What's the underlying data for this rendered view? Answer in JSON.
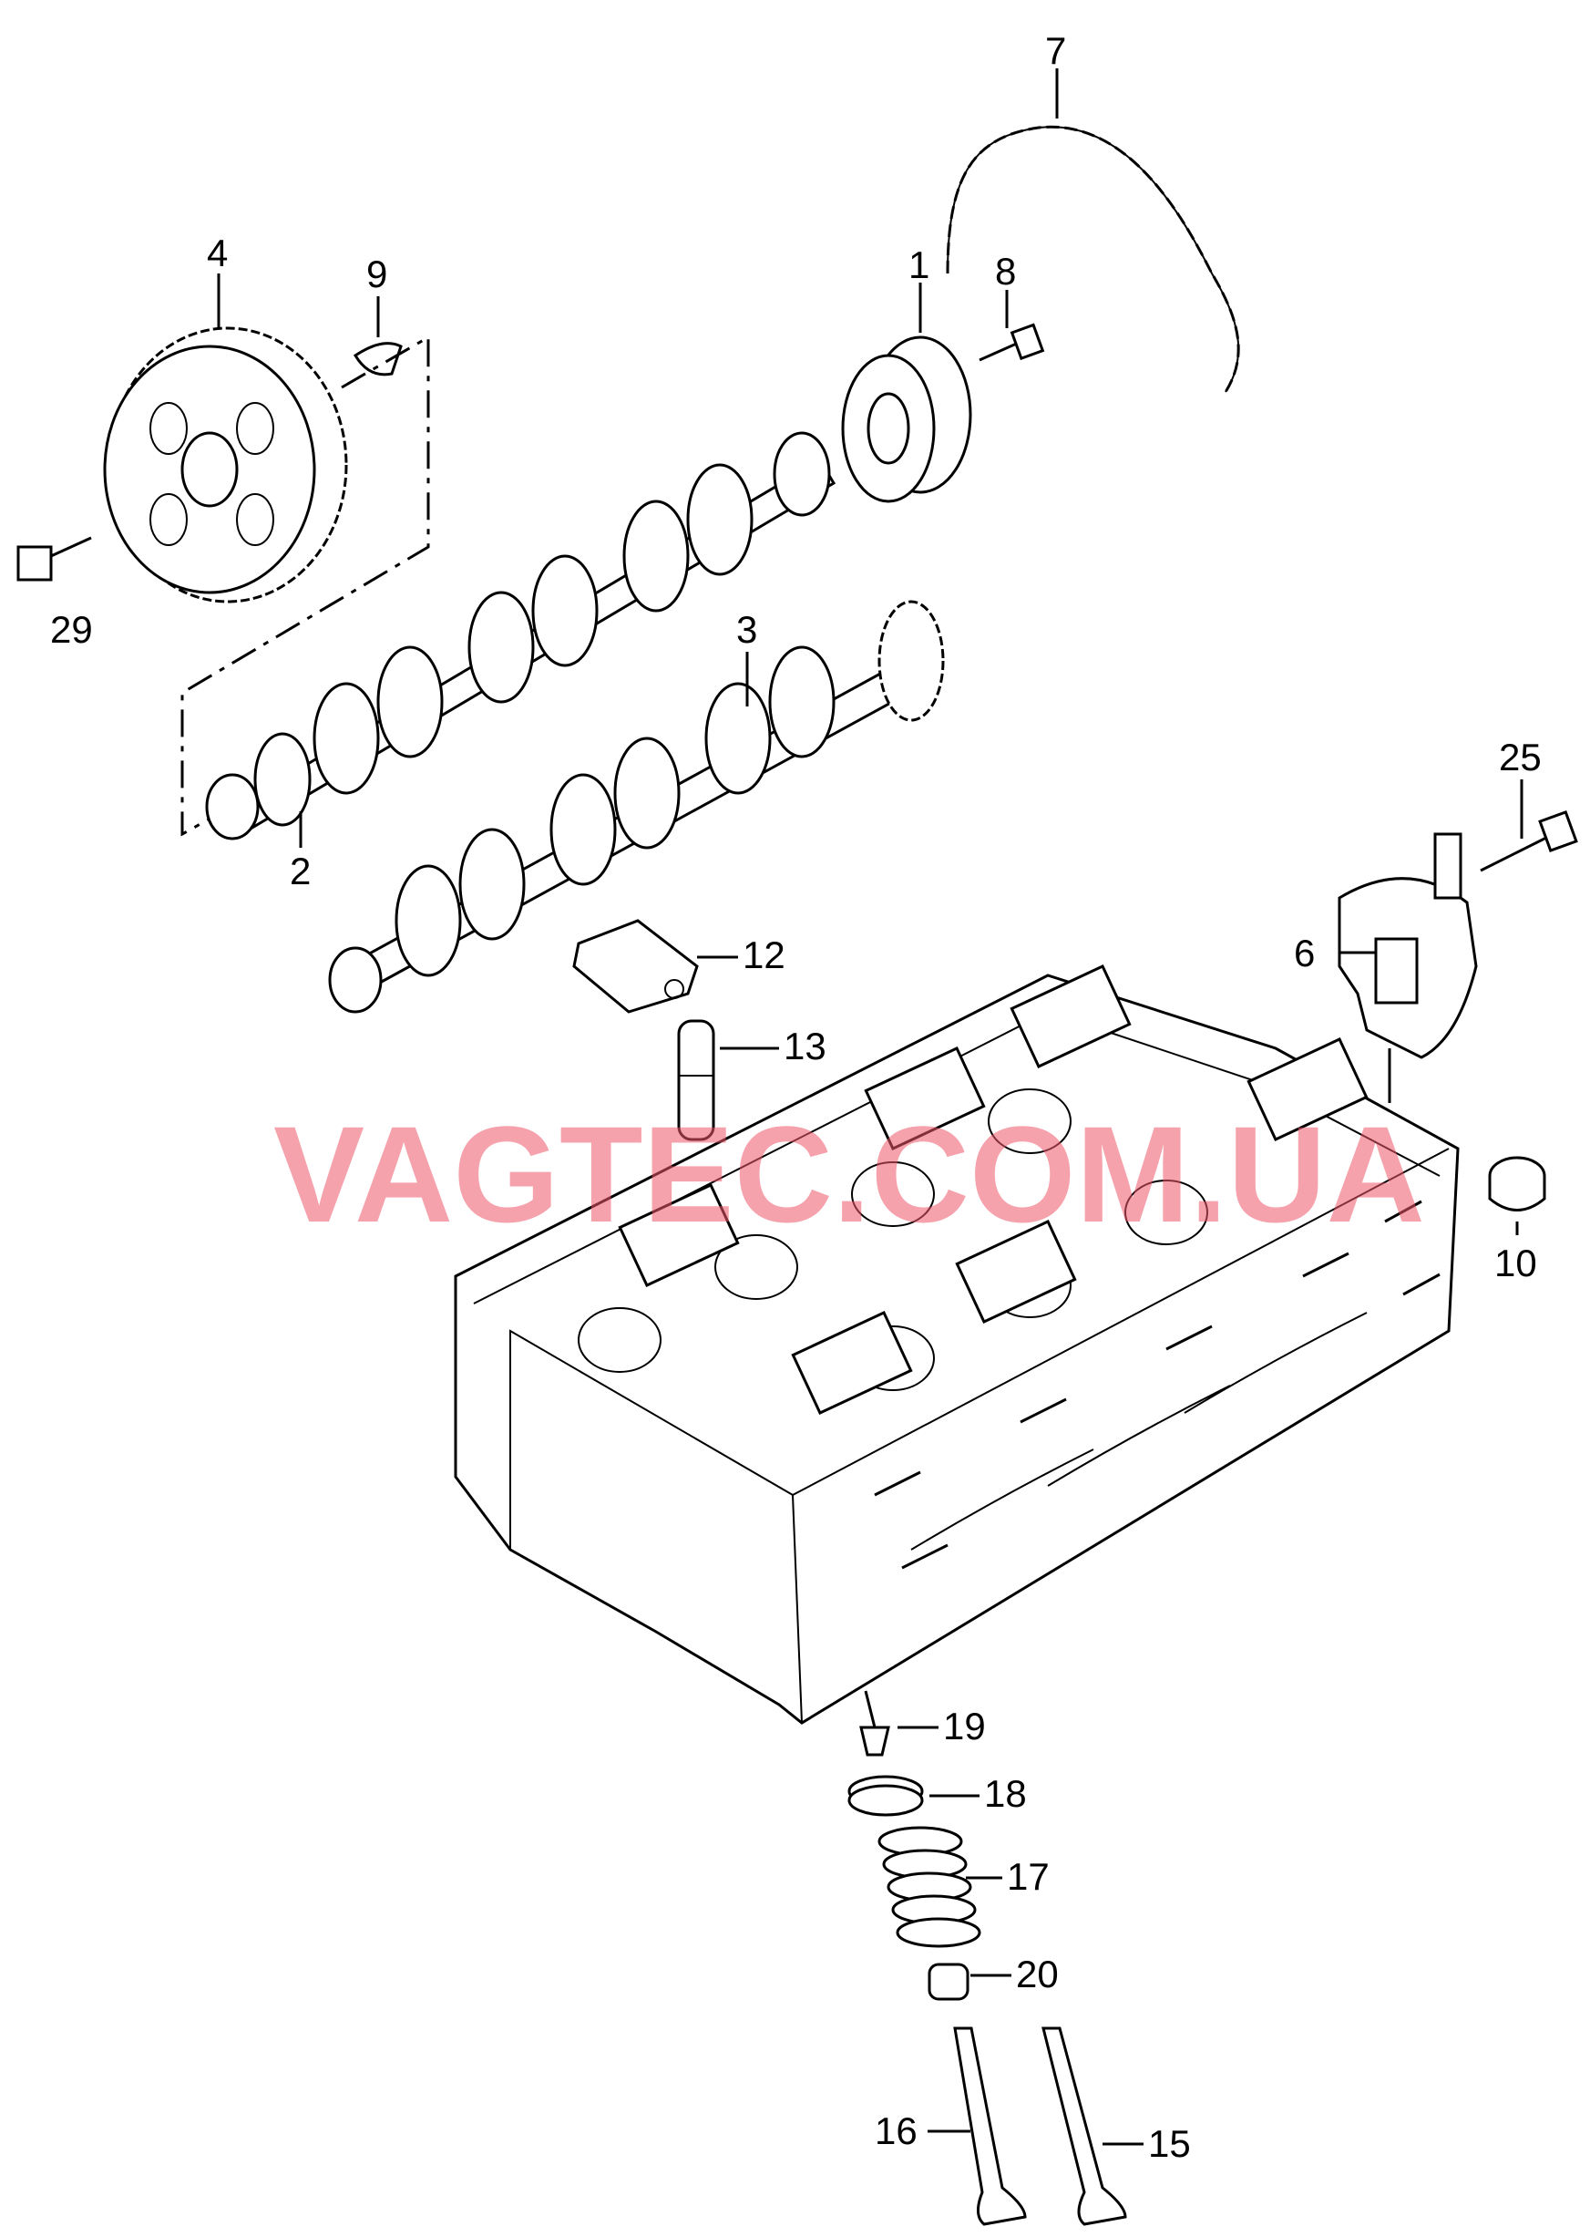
{
  "watermark": "VAGTEC.COM.UA",
  "callouts": [
    {
      "id": "c1",
      "label": "1"
    },
    {
      "id": "c2",
      "label": "2"
    },
    {
      "id": "c3",
      "label": "3"
    },
    {
      "id": "c4",
      "label": "4"
    },
    {
      "id": "c6",
      "label": "6"
    },
    {
      "id": "c7",
      "label": "7"
    },
    {
      "id": "c8",
      "label": "8"
    },
    {
      "id": "c9",
      "label": "9"
    },
    {
      "id": "c10",
      "label": "10"
    },
    {
      "id": "c12",
      "label": "12"
    },
    {
      "id": "c13",
      "label": "13"
    },
    {
      "id": "c15",
      "label": "15"
    },
    {
      "id": "c16",
      "label": "16"
    },
    {
      "id": "c17",
      "label": "17"
    },
    {
      "id": "c18",
      "label": "18"
    },
    {
      "id": "c19",
      "label": "19"
    },
    {
      "id": "c20",
      "label": "20"
    },
    {
      "id": "c25",
      "label": "25"
    },
    {
      "id": "c29",
      "label": "29"
    }
  ]
}
